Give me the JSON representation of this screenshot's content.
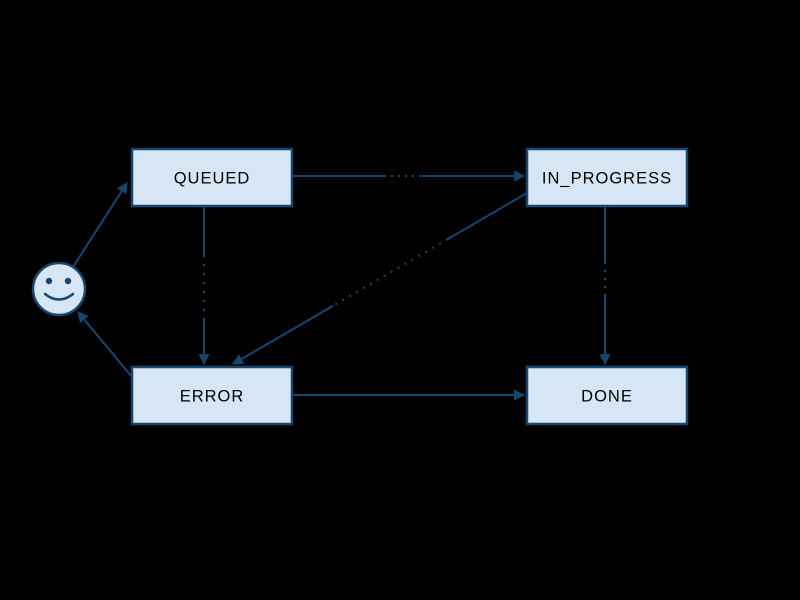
{
  "diagram": {
    "type": "state-transition-diagram",
    "background_color": "#000000",
    "node_fill_color": "#d6e6f4",
    "node_border_color": "#17466e",
    "edge_color": "#17466e",
    "node_text_color": "#000000",
    "nodes": [
      {
        "id": "start",
        "label": "",
        "icon": "smiley-face"
      },
      {
        "id": "queued",
        "label": "QUEUED"
      },
      {
        "id": "in_progress",
        "label": "IN_PROGRESS"
      },
      {
        "id": "error",
        "label": "ERROR"
      },
      {
        "id": "done",
        "label": "DONE"
      }
    ],
    "edges": [
      {
        "from": "start",
        "to": "queued",
        "label_obscured": false
      },
      {
        "from": "queued",
        "to": "in_progress",
        "label_obscured": true
      },
      {
        "from": "queued",
        "to": "error",
        "label_obscured": true
      },
      {
        "from": "in_progress",
        "to": "error",
        "label_obscured": true
      },
      {
        "from": "in_progress",
        "to": "done",
        "label_obscured": true
      },
      {
        "from": "error",
        "to": "done",
        "label_obscured": false
      },
      {
        "from": "error",
        "to": "start",
        "label_obscured": false
      }
    ]
  }
}
